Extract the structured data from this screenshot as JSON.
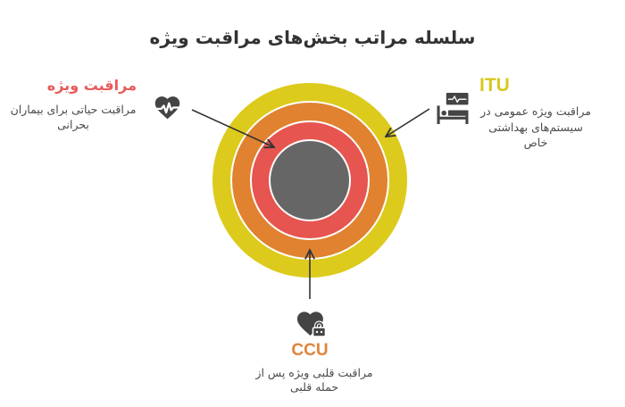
{
  "title": "سلسله مراتب بخش‌های مراقبت ویژه",
  "rings": [
    {
      "name": "outer-ring",
      "color": "#dccb1c"
    },
    {
      "name": "second-ring",
      "color": "#e0822f"
    },
    {
      "name": "third-ring",
      "color": "#e65550"
    },
    {
      "name": "core",
      "color": "#666666"
    }
  ],
  "units": {
    "icu": {
      "heading": "مراقبت ویژه",
      "color": "#e85a5a",
      "icon": "heart-pulse-icon",
      "description_lines": [
        "مراقبت حیاتی برای بیماران",
        "بحرانی"
      ]
    },
    "itu": {
      "heading": "ITU",
      "color": "#d8c81e",
      "icon": "hospital-bed-monitor-icon",
      "description_lines": [
        "مراقبت ویژه عمومی در",
        "سیستم‌های بهداشتی",
        "خاص"
      ]
    },
    "ccu": {
      "heading": "CCU",
      "color": "#e0843a",
      "icon": "heart-lock-icon",
      "description_lines": [
        "مراقبت قلبی ویژه پس از",
        "حمله قلبی"
      ]
    }
  }
}
